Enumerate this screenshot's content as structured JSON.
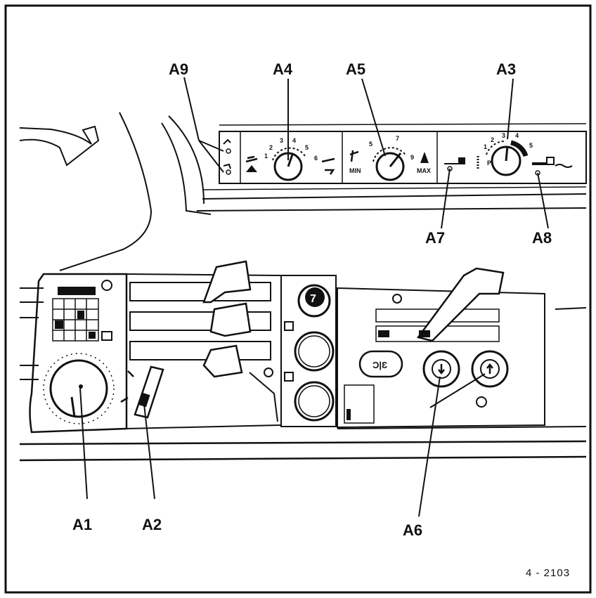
{
  "callouts": {
    "a1": "A1",
    "a2": "A2",
    "a3": "A3",
    "a4": "A4",
    "a5": "A5",
    "a6": "A6",
    "a7": "A7",
    "a8": "A8",
    "a9": "A9"
  },
  "dial_a4": {
    "marks": [
      "1",
      "2",
      "3",
      "4",
      "5",
      "6"
    ]
  },
  "dial_a5": {
    "marks": [
      "5",
      "7",
      "9"
    ],
    "min": "MIN",
    "max": "MAX"
  },
  "dial_a3": {
    "marks": [
      "1",
      "2",
      "3",
      "4",
      "5"
    ],
    "p": "P"
  },
  "figure_ref": "4 - 2103"
}
